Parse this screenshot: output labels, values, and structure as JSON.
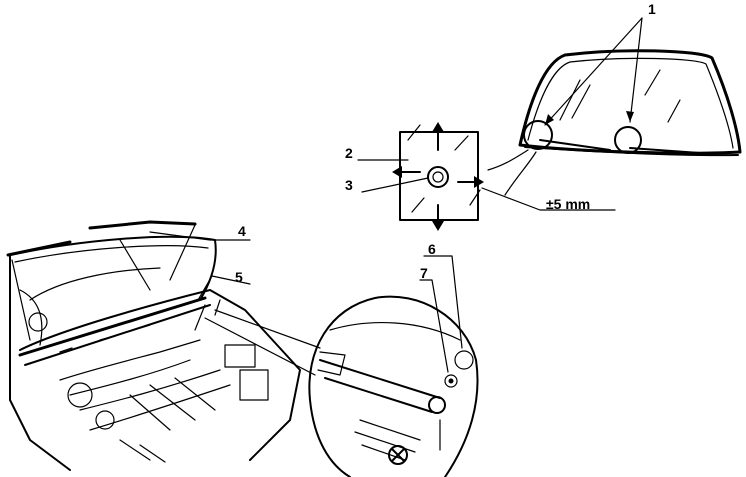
{
  "callouts": {
    "c1": "1",
    "c2": "2",
    "c3": "3",
    "c4": "4",
    "c5": "5",
    "c6": "6",
    "c7": "7"
  },
  "dimension": "±5 mm"
}
